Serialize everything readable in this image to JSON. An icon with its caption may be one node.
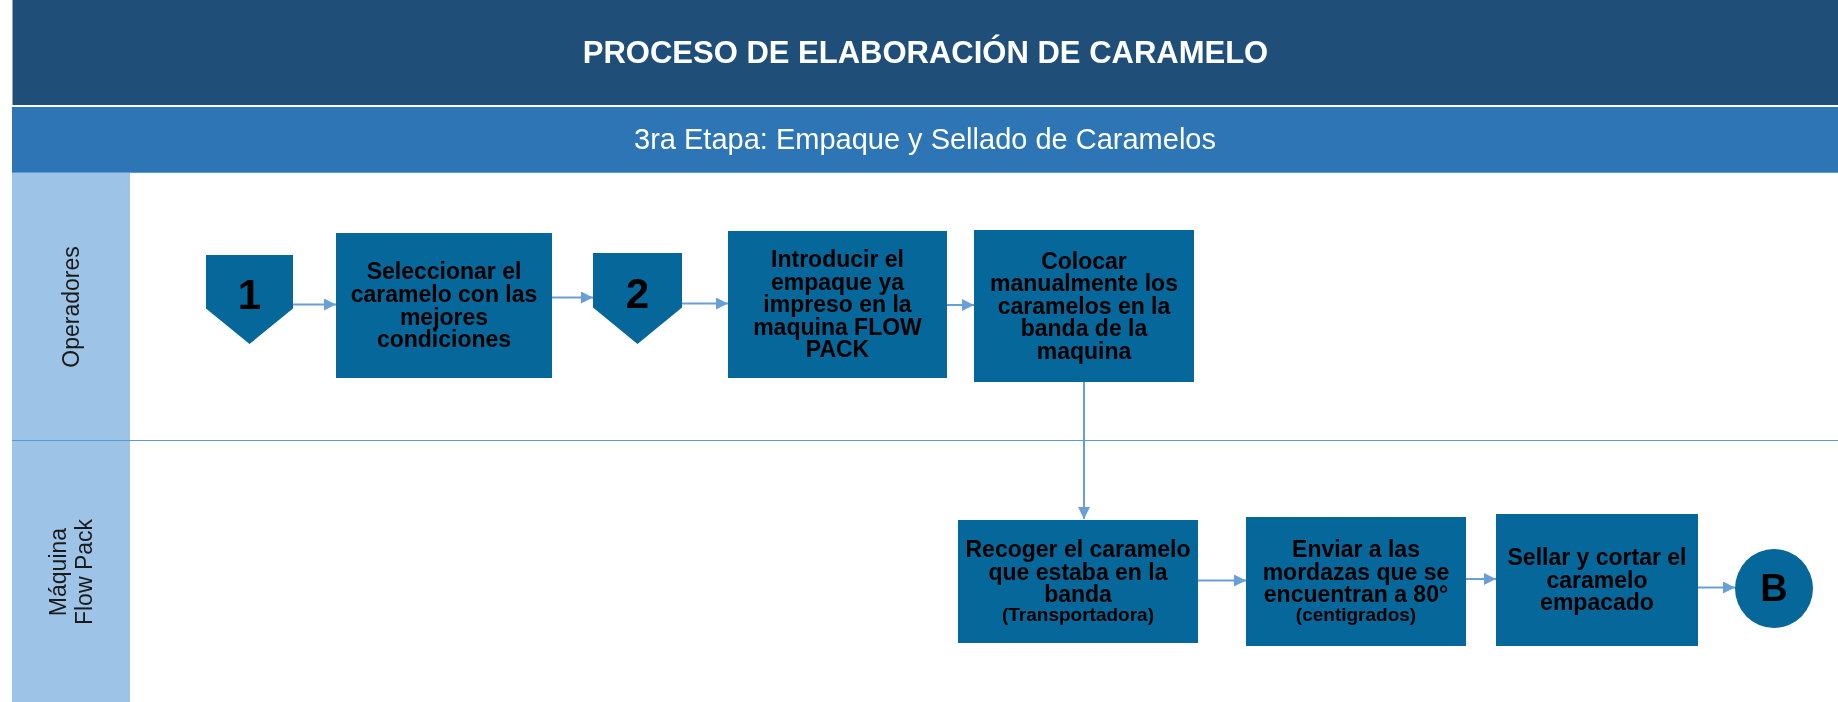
{
  "diagram": {
    "title": "PROCESO DE ELABORACIÓN DE CARAMELO",
    "labels": [
      "3ra Etapa: Empaque y Sellado de Caramelos"
    ],
    "nodes": [
      {
        "text": [
          "Operadores"
        ]
      },
      {
        "text": [
          "Máquina Flow Pack"
        ]
      },
      {
        "text": [
          "1"
        ],
        "in": 0
      },
      {
        "text": [
          "Seleccionar el caramelo con las mejores condiciones"
        ],
        "in": 0
      },
      {
        "text": [
          "2"
        ],
        "in": 0
      },
      {
        "text": [
          "Introducir el empaque ya impreso en la maquina FLOW PACK"
        ],
        "in": 0
      },
      {
        "text": [
          "Colocar manualmente los caramelos en la banda de la maquina"
        ],
        "in": 0
      },
      {
        "text": [
          "Recoger el caramelo que estaba en la banda",
          "(Transportadora)"
        ],
        "in": 1
      },
      {
        "text": [
          "Enviar a las mordazas que se encuentran a 80°",
          "(centigrados)"
        ],
        "in": 1
      },
      {
        "text": [
          "Sellar y cortar el caramelo empacado"
        ],
        "in": 1
      },
      {
        "text": [
          "B"
        ],
        "in": 1
      }
    ],
    "edges": [
      {
        "from": 2,
        "to": 3,
        "arrow": "to"
      },
      {
        "from": 3,
        "to": 4,
        "arrow": "to"
      },
      {
        "from": 4,
        "to": 5,
        "arrow": "to"
      },
      {
        "from": 5,
        "to": 6,
        "arrow": "to"
      },
      {
        "from": 6,
        "to": 7,
        "arrow": "to"
      },
      {
        "from": 7,
        "to": 8,
        "arrow": "to"
      },
      {
        "from": 8,
        "to": 9,
        "arrow": "to"
      },
      {
        "from": 9,
        "to": 10,
        "arrow": "to"
      }
    ]
  }
}
